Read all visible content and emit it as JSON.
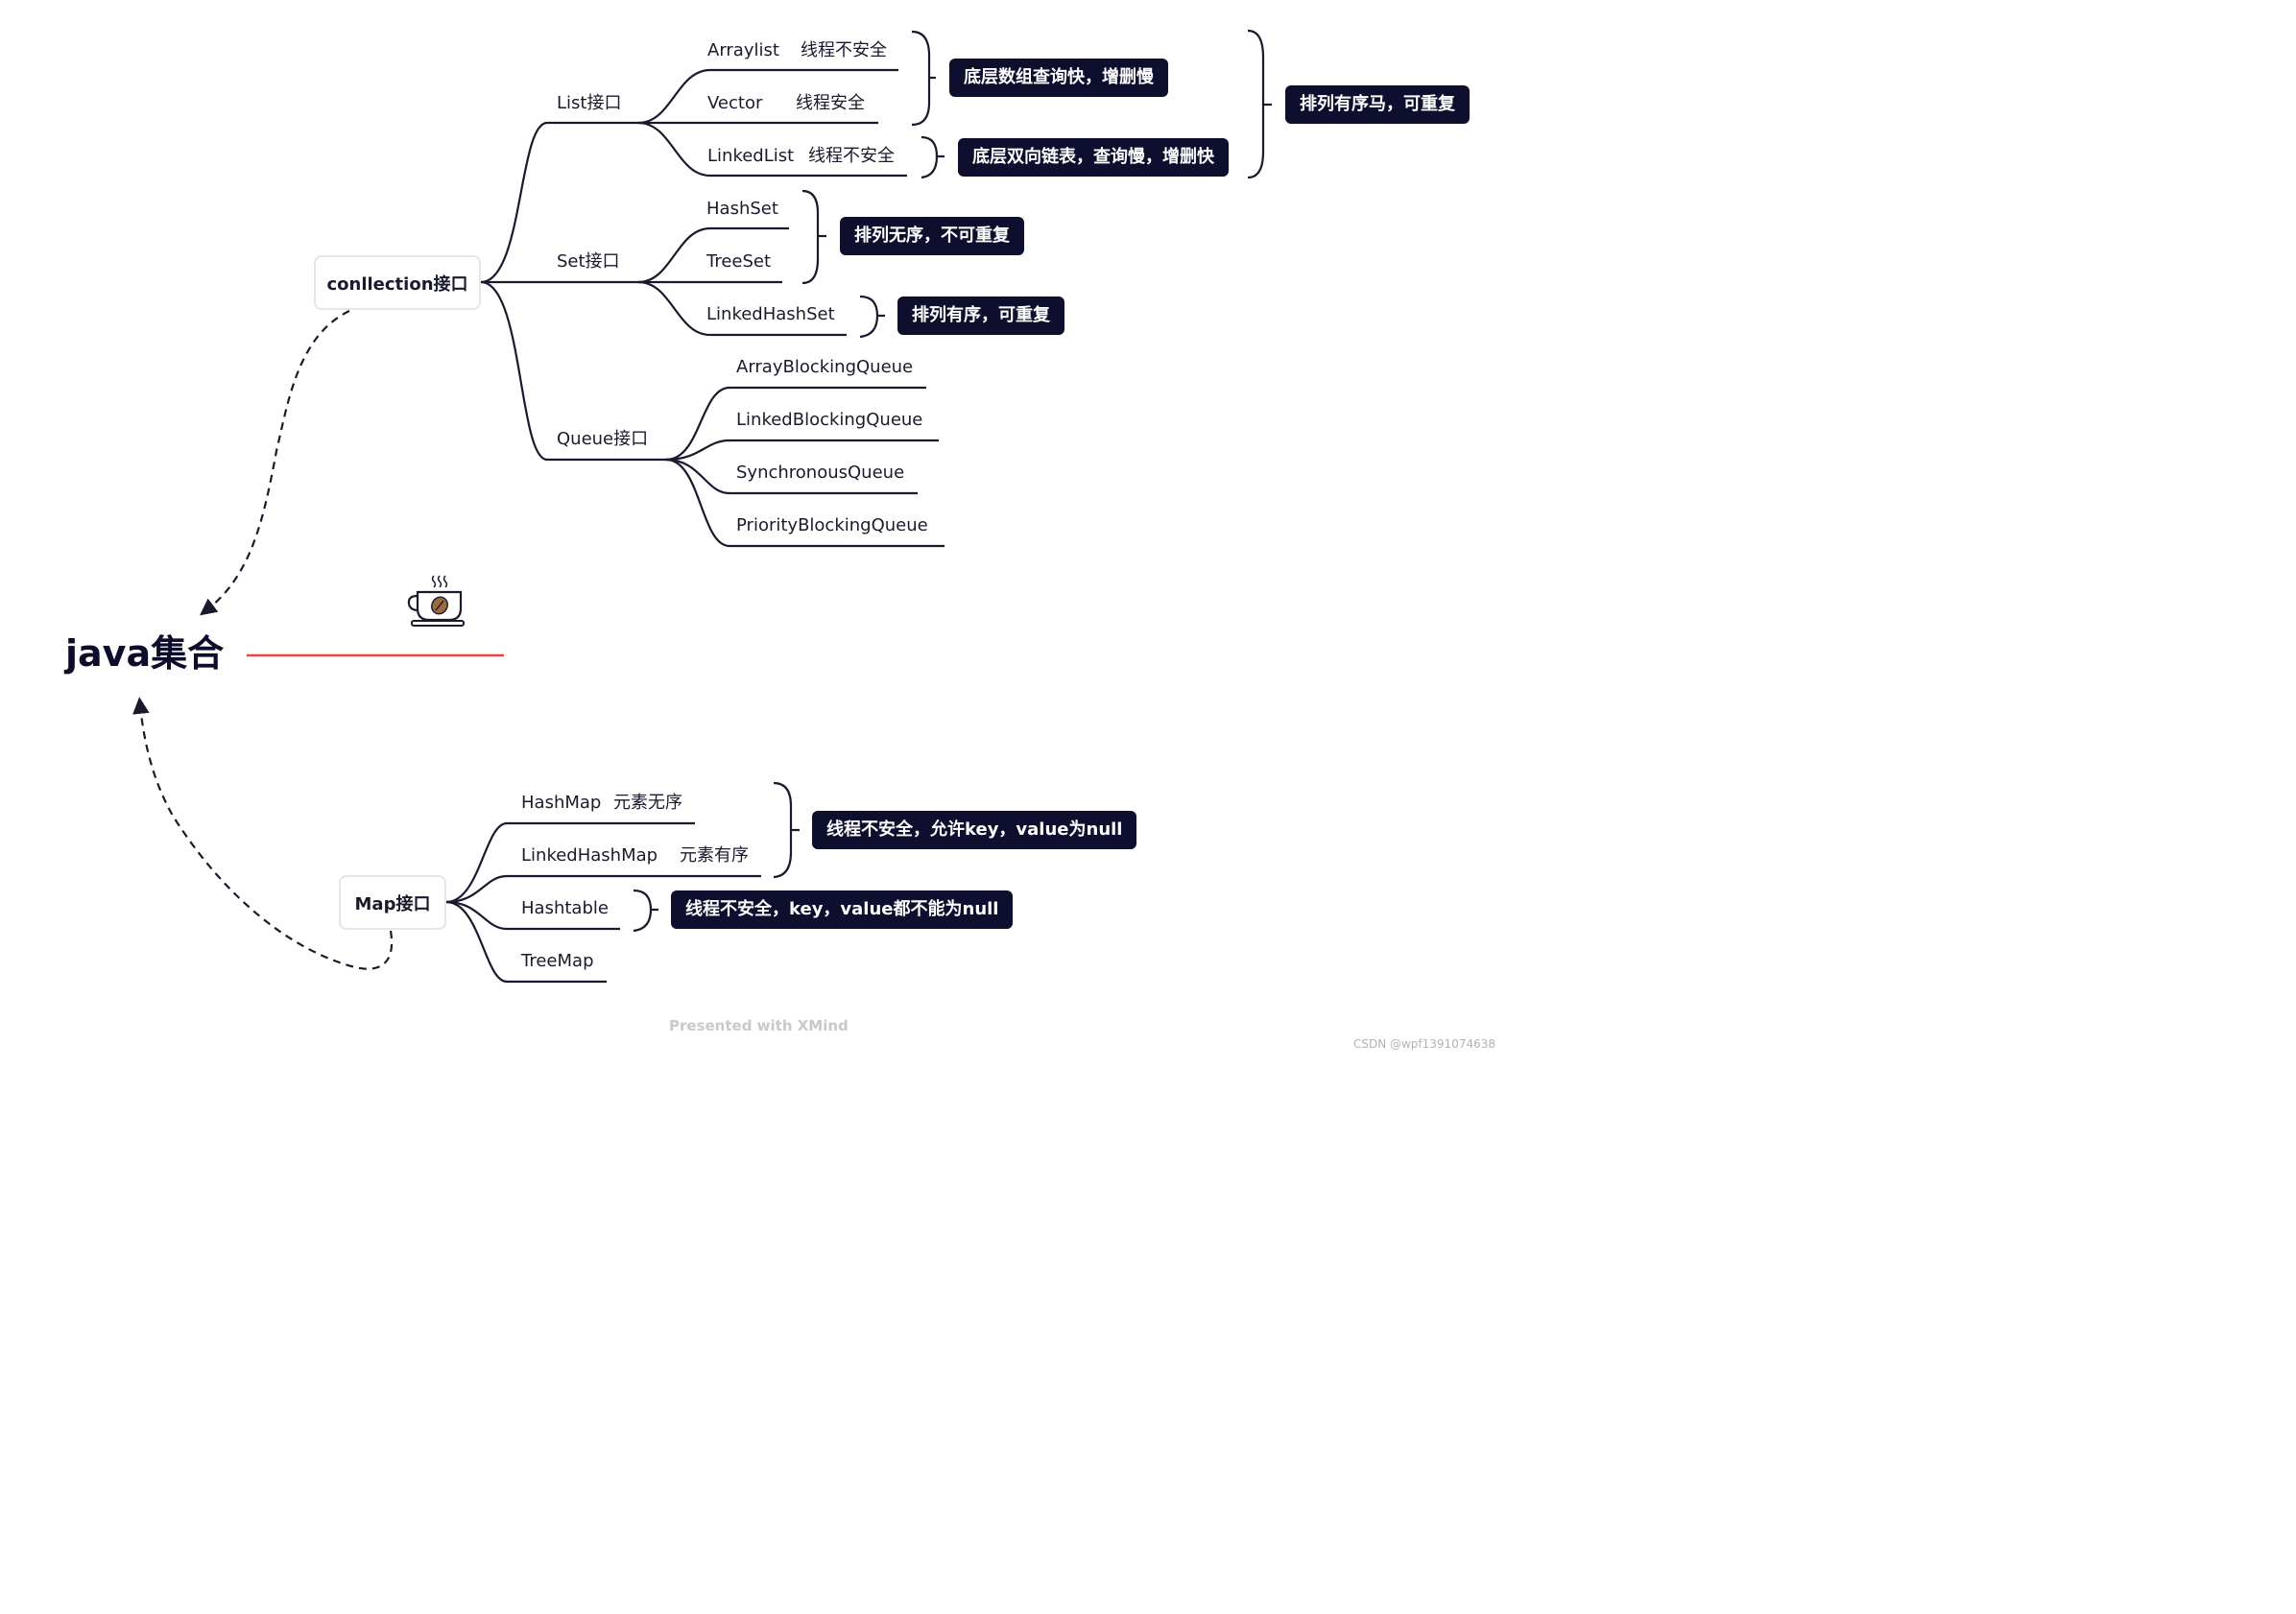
{
  "root": {
    "title": "java集合"
  },
  "collection": {
    "label": "conllection接口",
    "list": {
      "label": "List接口",
      "items": [
        {
          "name": "Arraylist",
          "note": "线程不安全"
        },
        {
          "name": "Vector",
          "note": "线程安全"
        },
        {
          "name": "LinkedList",
          "note": "线程不安全"
        }
      ],
      "summaries": [
        "底层数组查询快，增删慢",
        "底层双向链表，查询慢，增删快"
      ],
      "overall": "排列有序马，可重复"
    },
    "set": {
      "label": "Set接口",
      "items": [
        "HashSet",
        "TreeSet",
        "LinkedHashSet"
      ],
      "summaries": [
        "排列无序，不可重复",
        "排列有序，可重复"
      ]
    },
    "queue": {
      "label": "Queue接口",
      "items": [
        "ArrayBlockingQueue",
        "LinkedBlockingQueue",
        "SynchronousQueue",
        "PriorityBlockingQueue"
      ]
    }
  },
  "map": {
    "label": "Map接口",
    "items": [
      {
        "name": "HashMap",
        "note": "元素无序"
      },
      {
        "name": "LinkedHashMap",
        "note": "元素有序"
      },
      {
        "name": "Hashtable",
        "note": ""
      },
      {
        "name": "TreeMap",
        "note": ""
      }
    ],
    "summaries": [
      "线程不安全，允许key，value为null",
      "线程不安全，key，value都不能为null"
    ]
  },
  "icon": "coffee-cup-icon",
  "colors": {
    "ink": "#0e0e2e",
    "accent": "#e8473e",
    "line": "#1a1a2e",
    "muted": "#c9c9c9"
  },
  "footer": "Presented with XMind",
  "watermark": "CSDN @wpf1391074638"
}
